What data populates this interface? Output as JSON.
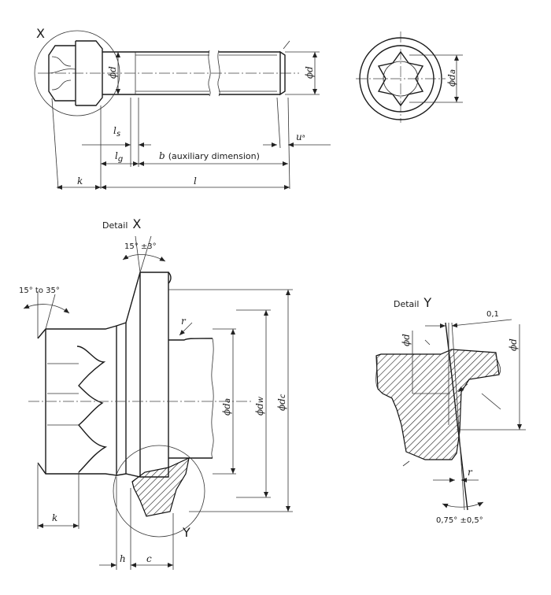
{
  "labels": {
    "X_main": "X",
    "phi_d_head": "ϕd",
    "phi_d_thread": "ϕd",
    "phi_d_end": "ϕd",
    "l_s": "l",
    "l_s_sub": "s",
    "l_g": "l",
    "l_g_sub": "g",
    "u": "u",
    "u_suffix": "ᵃ",
    "b": "b",
    "b_text": "(auxiliary dimension)",
    "k_main": "k",
    "l_main": "l",
    "detail_x": "Detail",
    "detail_x_letter": "X",
    "angle_15_3": "15° ±3°",
    "angle_15_35": "15° to 35°",
    "r_x": "r",
    "phi_da": "ϕd",
    "phi_da_sub": "a",
    "phi_dw": "ϕd",
    "phi_dw_sub": "w",
    "phi_dc": "ϕd",
    "phi_dc_sub": "c",
    "k_x": "k",
    "Y_x": "Y",
    "h": "h",
    "c": "c",
    "detail_y": "Detail",
    "detail_y_letter": "Y",
    "val_01": "0,1",
    "phi_d_y1": "ϕd",
    "phi_d_y2": "ϕd",
    "r_y": "r",
    "angle_075": "0,75° ±0,5°"
  }
}
